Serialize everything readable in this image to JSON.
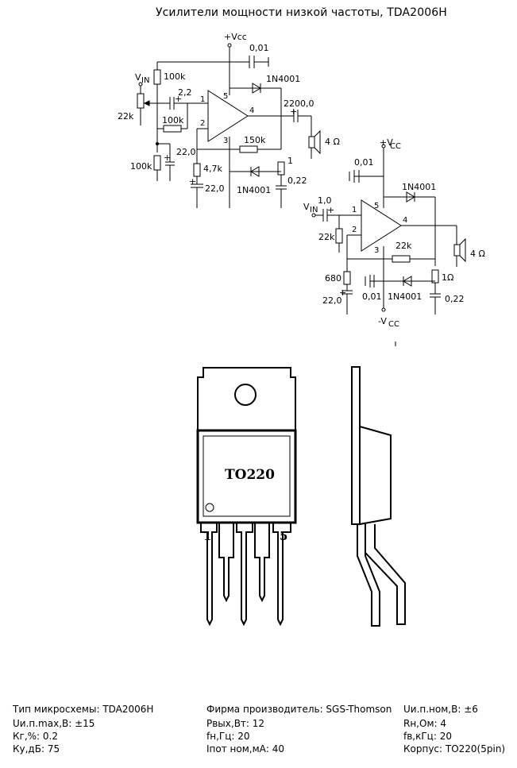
{
  "title": "Усилители мощности низкой частоты, TDA2006H",
  "circuit1": {
    "supply": "+Vcc",
    "supply_sub": "CC",
    "input": "V",
    "input_sub": "IN",
    "labels": {
      "c_001": "0,01",
      "r_100k_top": "100k",
      "c_22": "2,2",
      "pot_22k": "22k",
      "r_100k_fb": "100k",
      "r_100k_bot": "100k",
      "c_220": "22,0",
      "r_47k": "4,7k",
      "c_220b": "22,0",
      "r_150k": "150k",
      "d_top": "1N4001",
      "d_bot": "1N4001",
      "c_2200": "2200,0",
      "spk": "4 Ω",
      "r_1": "1",
      "c_022": "0,22",
      "pin1": "1",
      "pin2": "2",
      "pin3": "3",
      "pin4": "4",
      "pin5": "5"
    }
  },
  "circuit2": {
    "supply_pos": "+V",
    "supply_pos_sub": "CC",
    "supply_neg": "-V",
    "supply_neg_sub": "CC",
    "input": "V",
    "input_sub": "IN",
    "labels": {
      "c_001_top": "0,01",
      "d_top": "1N4001",
      "c_10": "1,0",
      "r_22k_in": "22k",
      "r_22k_fb": "22k",
      "spk": "4 Ω",
      "r_680": "680",
      "c_220": "22,0",
      "c_001_bot": "0,01",
      "d_bot": "1N4001",
      "r_1om": "1Ω",
      "c_022": "0,22",
      "pin1": "1",
      "pin2": "2",
      "pin3": "3",
      "pin4": "4",
      "pin5": "5"
    }
  },
  "package": {
    "name": "TO220",
    "pin_first": "1",
    "pin_last": "5"
  },
  "specs": {
    "col1": [
      "Тип микросхемы: TDA2006H",
      "Uи.п.max,B: ±15",
      "Кг,%: 0.2",
      "Ку,дБ: 75"
    ],
    "col2": [
      "Фирма производитель: SGS-Thomson",
      "Рвых,Вт: 12",
      "fн,Гц: 20",
      "Iпот ном,мА: 40"
    ],
    "col3": [
      "Uи.п.ном,B: ±6",
      "Rн,Ом: 4",
      "fв,кГц: 20",
      "Корпус: TO220(5pin)"
    ]
  }
}
